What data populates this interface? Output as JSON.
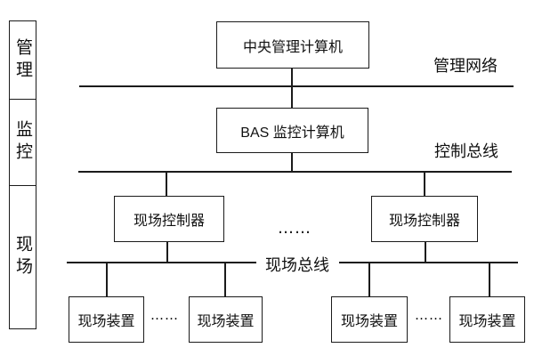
{
  "sidebar": {
    "items": [
      {
        "label": "管理"
      },
      {
        "label": "监控"
      },
      {
        "label": "现场"
      }
    ]
  },
  "nodes": {
    "central_label": "中央管理计算机",
    "bas_label": "BAS 监控计算机",
    "controller_label": "现场控制器",
    "device_label": "现场装置"
  },
  "bus_labels": {
    "management": "管理网络",
    "control": "控制总线",
    "field": "现场总线"
  },
  "ellipsis": {
    "controllers": "……",
    "devices_left": "……",
    "devices_right": "……"
  },
  "colors": {
    "line": "#1b1b1b",
    "background": "#ffffff",
    "text": "#111111"
  }
}
